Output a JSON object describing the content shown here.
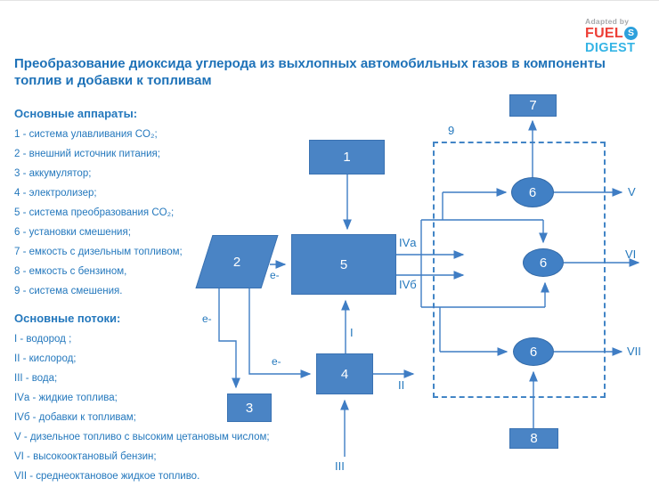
{
  "logo": {
    "adapted_by": "Adapted by",
    "fuel": "FUEL",
    "s_glyph": "S",
    "digest": "DIGEST",
    "colors": {
      "fuel_red": "#ed3e36",
      "digest_blue": "#35b4e5",
      "adapted_gray": "#a7a9ac",
      "circle_blue": "#2da0dc"
    }
  },
  "title": "Преобразование диоксида углерода из выхлопных автомобильных газов в компоненты топлив и добавки к топливам",
  "legend_apparatus": {
    "heading": "Основные аппараты:",
    "items": [
      "1 - система улавливания CO₂;",
      "2 - внешний источник питания;",
      "3 - аккумулятор;",
      "4 - электролизер;",
      "5 - система преобразования CO₂;",
      "6 - установки смешения;",
      "7 - емкость с дизельным топливом;",
      "8 - емкость с бензином,",
      "9 - система смешения."
    ]
  },
  "legend_flows": {
    "heading": "Основные потоки:",
    "items": [
      "I - водород ;",
      "II - кислород;",
      "III - вода;",
      "IVа - жидкие топлива;",
      "IVб - добавки к топливам;",
      "V - дизельное топливо с высоким цетановым числом;",
      "VI - высокооктановый бензин;",
      "VII - среднеоктановое жидкое топливо."
    ]
  },
  "diagram": {
    "nodes": {
      "n1": "1",
      "n2": "2",
      "n3": "3",
      "n4": "4",
      "n5": "5",
      "n6": "6",
      "n7": "7",
      "n8": "8"
    },
    "system_label": "9",
    "flow_labels": {
      "iva": "IVа",
      "ivb": "IVб",
      "i": "I",
      "ii": "II",
      "iii": "III",
      "v": "V",
      "vi": "VI",
      "vii": "VII"
    },
    "e_minus": "e-",
    "colors": {
      "node_fill": "#4a84c5",
      "node_border": "#3a72b2",
      "wire": "#3f7dc4",
      "text": "#2478bd",
      "title_text": "#1e72b8"
    }
  }
}
